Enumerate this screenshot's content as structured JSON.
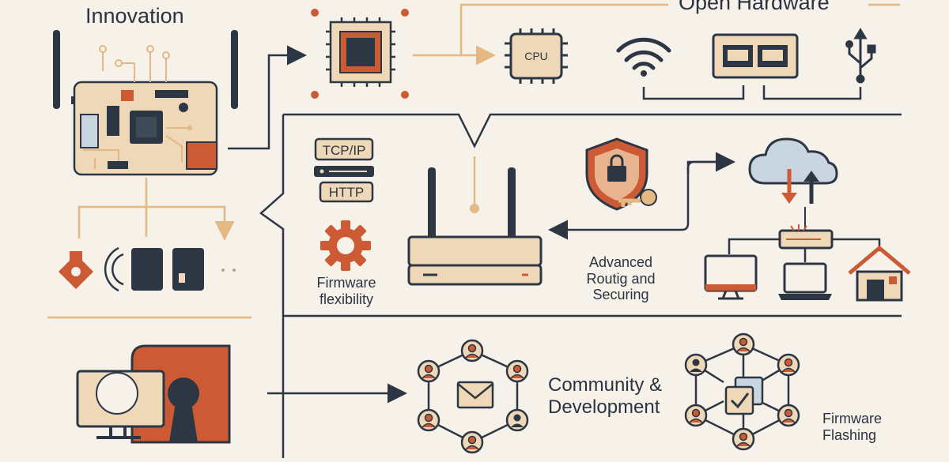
{
  "headings": {
    "innovation": "Innovation",
    "open_hardware": "Open Hardware",
    "community_development": "Community &\nDevelopment"
  },
  "labels": {
    "cpu": "CPU",
    "protocol_tcpip": "TCP/IP",
    "protocol_http": "HTTP",
    "firmware_flexibility": "Firmware\nflexibility",
    "advanced_routing": "Advanced\nRoutig and\nSecuring",
    "firmware_flashing": "Firmware\nFlashing"
  },
  "colors": {
    "background": "#f6f1e9",
    "navy": "#2d3744",
    "tan": "#eed8b8",
    "rust": "#cc5a35",
    "gold": "#e3b883",
    "slate_light": "#c9d6e2"
  },
  "icons": [
    "circuit-board-icon",
    "chip-icon",
    "cpu-icon",
    "wifi-icon",
    "ethernet-ports-icon",
    "usb-icon",
    "protocol-stack-icon",
    "gear-icon",
    "router-icon",
    "shield-lock-icon",
    "key-icon",
    "cloud-sync-icon",
    "network-switch-icon",
    "monitor-icon",
    "laptop-icon",
    "home-icon",
    "tag-icon",
    "rfid-card-icon",
    "desktop-monitor-icon",
    "keyhole-icon",
    "community-network-icon",
    "mail-icon",
    "checklist-icon"
  ]
}
